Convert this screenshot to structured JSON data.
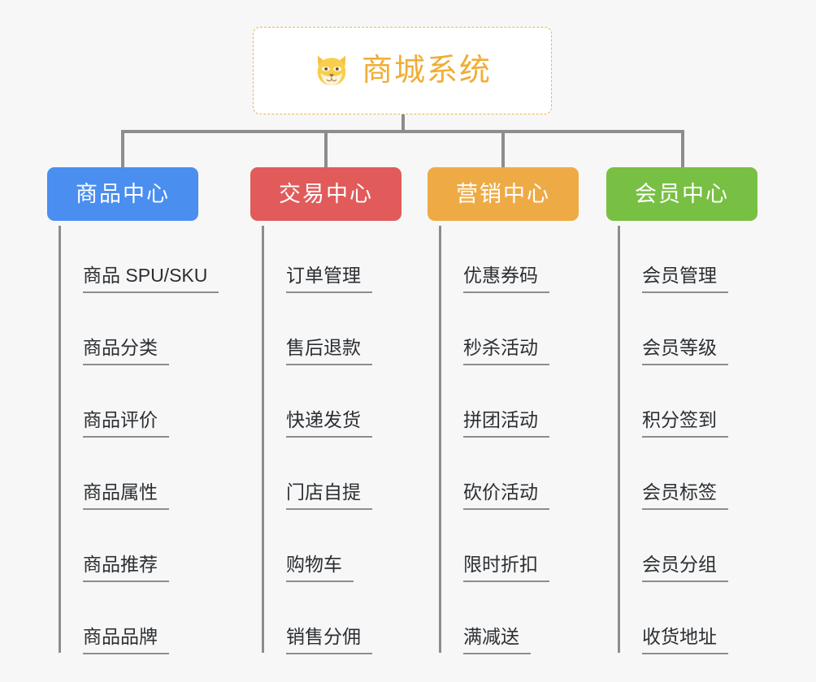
{
  "diagram": {
    "title": "商城系统",
    "type": "mindmap",
    "background_color": "#f7f7f7",
    "root": {
      "label": "商城系统",
      "icon": "shiba-dog-face-icon",
      "text_color": "#f0ad35",
      "border_color": "#e9b64e",
      "background_color": "#ffffff",
      "border_style": "dashed"
    },
    "connector_color": "#8d8d8d",
    "branches": [
      {
        "label": "商品中心",
        "color": "#4a8ef0",
        "text_color": "#ffffff",
        "items": [
          "商品 SPU/SKU",
          "商品分类",
          "商品评价",
          "商品属性",
          "商品推荐",
          "商品品牌"
        ]
      },
      {
        "label": "交易中心",
        "color": "#e15b5b",
        "text_color": "#ffffff",
        "items": [
          "订单管理",
          "售后退款",
          "快递发货",
          "门店自提",
          "购物车",
          "销售分佣"
        ]
      },
      {
        "label": "营销中心",
        "color": "#eeab45",
        "text_color": "#ffffff",
        "items": [
          "优惠券码",
          "秒杀活动",
          "拼团活动",
          "砍价活动",
          "限时折扣",
          "满减送"
        ]
      },
      {
        "label": "会员中心",
        "color": "#78c043",
        "text_color": "#ffffff",
        "items": [
          "会员管理",
          "会员等级",
          "积分签到",
          "会员标签",
          "会员分组",
          "收货地址"
        ]
      }
    ]
  }
}
